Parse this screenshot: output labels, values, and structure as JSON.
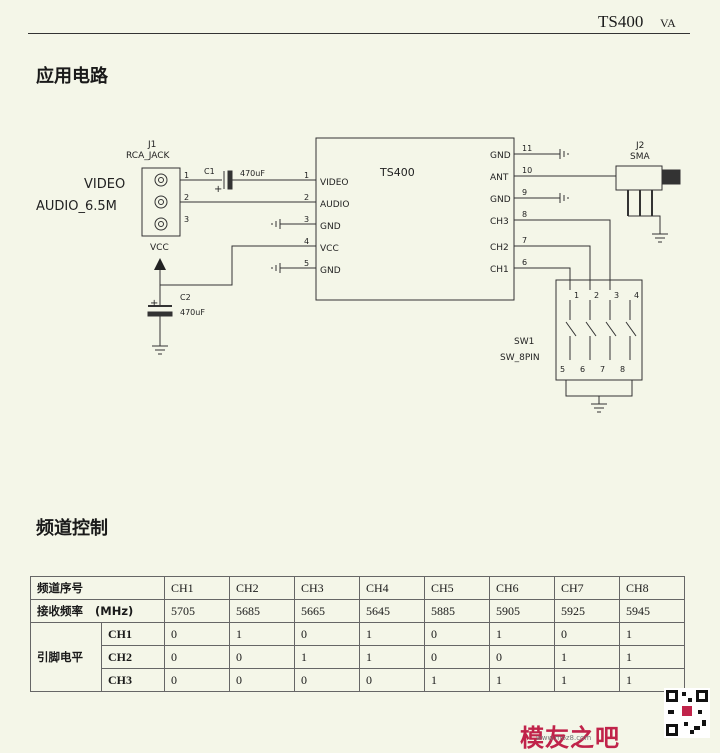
{
  "header": {
    "model": "TS400",
    "version": "VA"
  },
  "sections": {
    "app_circuit": "应用电路",
    "channel_control": "频道控制"
  },
  "schematic": {
    "j1_ref": "J1",
    "j1_part": "RCA_JACK",
    "video_label": "VIDEO",
    "audio_label": "AUDIO_6.5M",
    "c1_ref": "C1",
    "c1_value": "470uF",
    "vcc": "VCC",
    "c2_ref": "C2",
    "c2_value": "470uF",
    "ic_name": "TS400",
    "left_pins": [
      {
        "num": "1",
        "name": "VIDEO"
      },
      {
        "num": "2",
        "name": "AUDIO"
      },
      {
        "num": "3",
        "name": "GND"
      },
      {
        "num": "4",
        "name": "VCC"
      },
      {
        "num": "5",
        "name": "GND"
      }
    ],
    "right_pins": [
      {
        "num": "11",
        "name": "GND"
      },
      {
        "num": "10",
        "name": "ANT"
      },
      {
        "num": "9",
        "name": "GND"
      },
      {
        "num": "8",
        "name": "CH3"
      },
      {
        "num": "7",
        "name": "CH2"
      },
      {
        "num": "6",
        "name": "CH1"
      }
    ],
    "j2_ref": "J2",
    "j2_part": "SMA",
    "sw_ref": "SW1",
    "sw_part": "SW_8PIN",
    "sw_top_pins": [
      "1",
      "2",
      "3",
      "4"
    ],
    "sw_bottom_pins": [
      "5",
      "6",
      "7",
      "8"
    ],
    "j1_pins": [
      "1",
      "2",
      "3"
    ],
    "plus": "+"
  },
  "table": {
    "seq_label": "频道序号",
    "freq_label": "接收频率",
    "freq_unit": "(MHz)",
    "pin_label": "引脚电平",
    "channels": [
      "CH1",
      "CH2",
      "CH3",
      "CH4",
      "CH5",
      "CH6",
      "CH7",
      "CH8"
    ],
    "freqs": [
      "5705",
      "5685",
      "5665",
      "5645",
      "5885",
      "5905",
      "5925",
      "5945"
    ],
    "pin_rows": [
      {
        "name": "CH1",
        "values": [
          "0",
          "1",
          "0",
          "1",
          "0",
          "1",
          "0",
          "1"
        ]
      },
      {
        "name": "CH2",
        "values": [
          "0",
          "0",
          "1",
          "1",
          "0",
          "0",
          "1",
          "1"
        ]
      },
      {
        "name": "CH3",
        "values": [
          "0",
          "0",
          "0",
          "0",
          "1",
          "1",
          "1",
          "1"
        ]
      }
    ]
  },
  "watermark": {
    "text": "模友之吧",
    "url": "www.moz8.com"
  }
}
